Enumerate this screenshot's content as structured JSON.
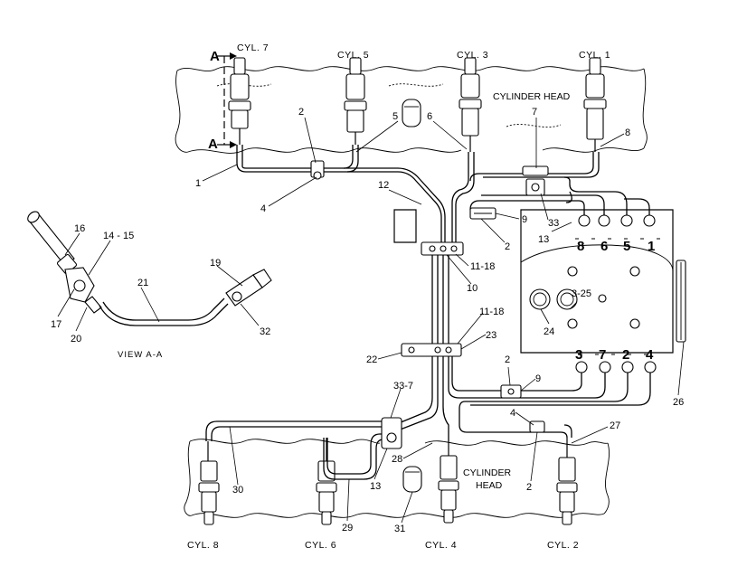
{
  "cylinder_labels": {
    "cyl7": "CYL. 7",
    "cyl5": "CYL. 5",
    "cyl3": "CYL. 3",
    "cyl1": "CYL. 1",
    "cyl8": "CYL. 8",
    "cyl6": "CYL. 6",
    "cyl4": "CYL. 4",
    "cyl2": "CYL. 2"
  },
  "cylinder_head_top": "CYLINDER HEAD",
  "cylinder_head_bottom": [
    "CYLINDER",
    "HEAD"
  ],
  "view_label": "VIEW A-A",
  "section_marker": "A",
  "pump_outlet_top": [
    "8",
    "6",
    "5",
    "1"
  ],
  "pump_outlet_bottom": [
    "3",
    "7",
    "2",
    "4"
  ],
  "callouts": {
    "c1": "1",
    "c2a": "2",
    "c2b": "2",
    "c2c": "2",
    "c2d": "2",
    "c4a": "4",
    "c4b": "4",
    "c5": "5",
    "c6": "6",
    "c7": "7",
    "c8": "8",
    "c9a": "9",
    "c9b": "9",
    "c10": "10",
    "c11_18a": "11-18",
    "c11_18b": "11-18",
    "c12": "12",
    "c13a": "13",
    "c13b": "13",
    "c14_15": "14 - 15",
    "c16": "16",
    "c17": "17",
    "c19": "19",
    "c20": "20",
    "c21": "21",
    "c22": "22",
    "c23": "23",
    "c24": "24",
    "c3_25": "3-25",
    "c26": "26",
    "c27": "27",
    "c28": "28",
    "c29": "29",
    "c30": "30",
    "c31": "31",
    "c32": "32",
    "c33": "33",
    "c33_7": "33-7"
  }
}
